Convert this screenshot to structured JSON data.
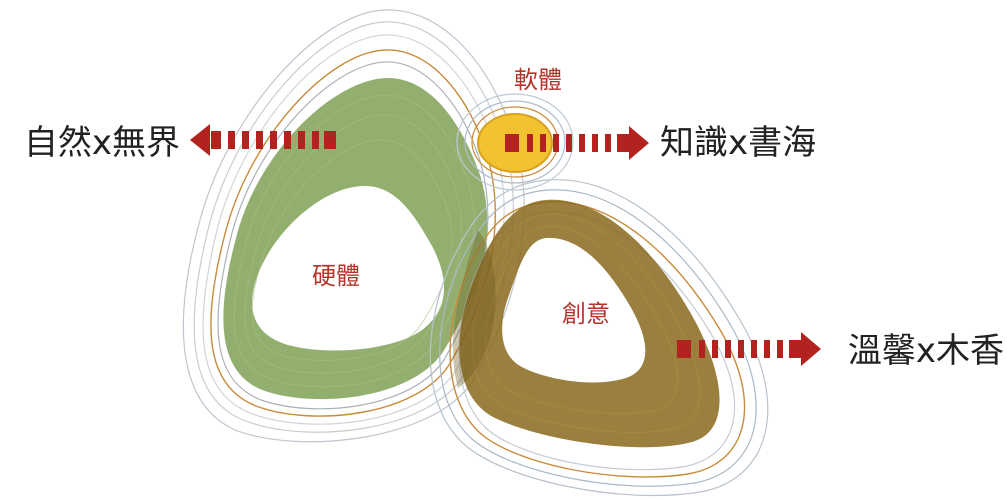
{
  "colors": {
    "green": "#8aa864",
    "brown": "#8b6a1e",
    "yellow": "#f2c230",
    "arrow_red": "#b2231f",
    "label_red": "#b1352b",
    "text_dark": "#222222"
  },
  "labels": {
    "software": "軟體",
    "hardware": "硬體",
    "creativity": "創意"
  },
  "arrows": {
    "left": "自然x無界",
    "right_top": "知識x書海",
    "right_bottom": "溫馨x木香"
  }
}
